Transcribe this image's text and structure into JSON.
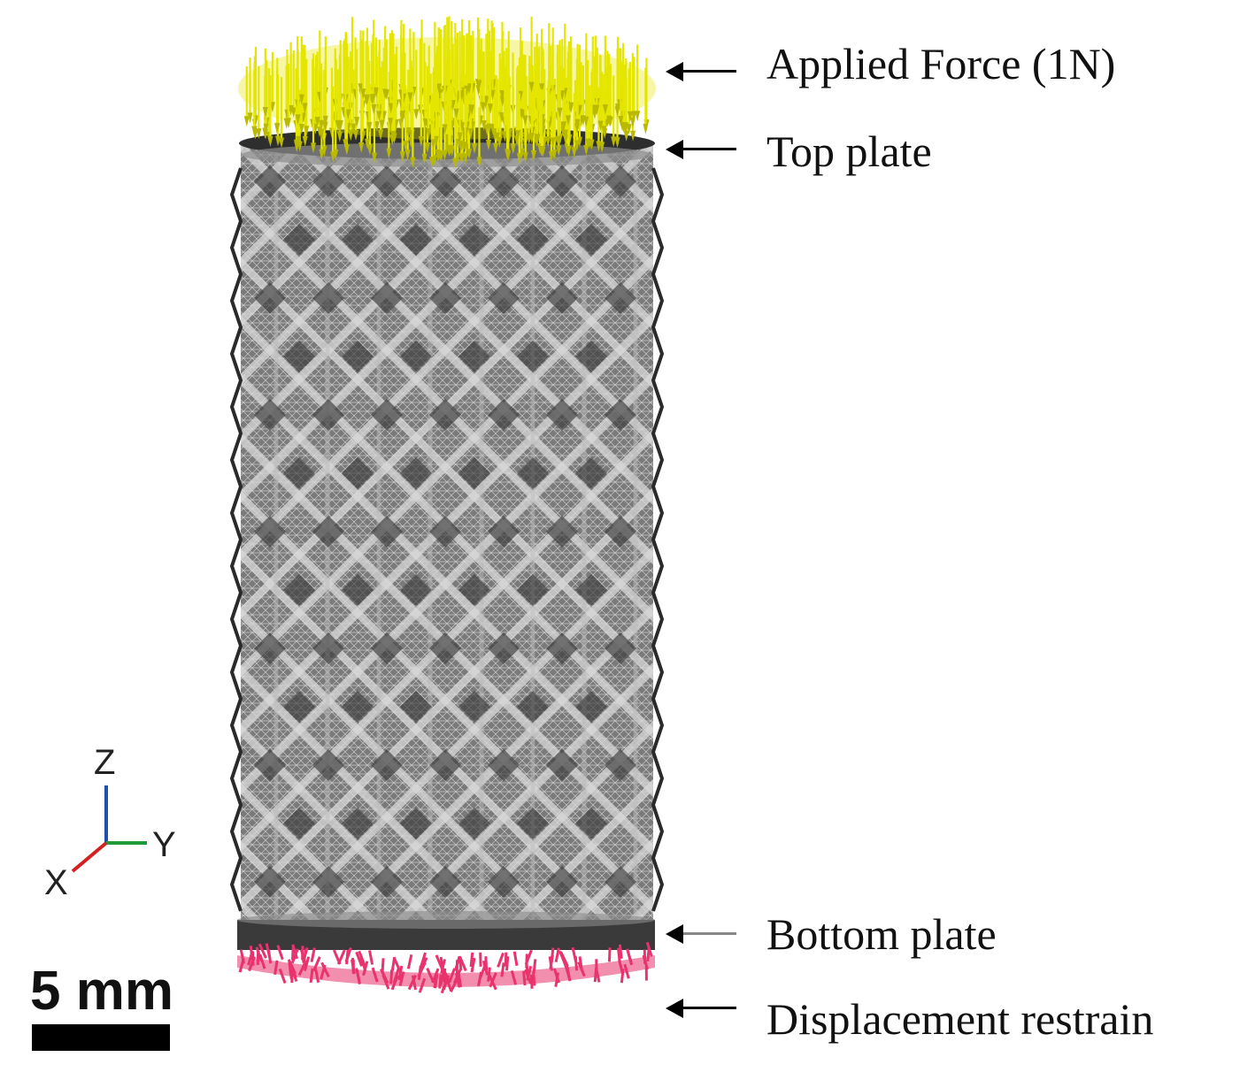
{
  "labels": {
    "applied_force": "Applied Force (1N)",
    "top_plate": "Top plate",
    "bottom_plate": "Bottom plate",
    "displacement_restrain": "Displacement restrain"
  },
  "axes": {
    "z": "Z",
    "y": "Y",
    "x": "X"
  },
  "scale_bar": {
    "label": "5 mm"
  },
  "colors": {
    "force_arrows": "#e4e600",
    "restraint_arrows": "#e8336e",
    "mesh": "#6b6b6b",
    "plate": "#3a3a3a",
    "axis_x": "#d62020",
    "axis_y": "#1e9a3a",
    "axis_z": "#1f4fb0"
  }
}
